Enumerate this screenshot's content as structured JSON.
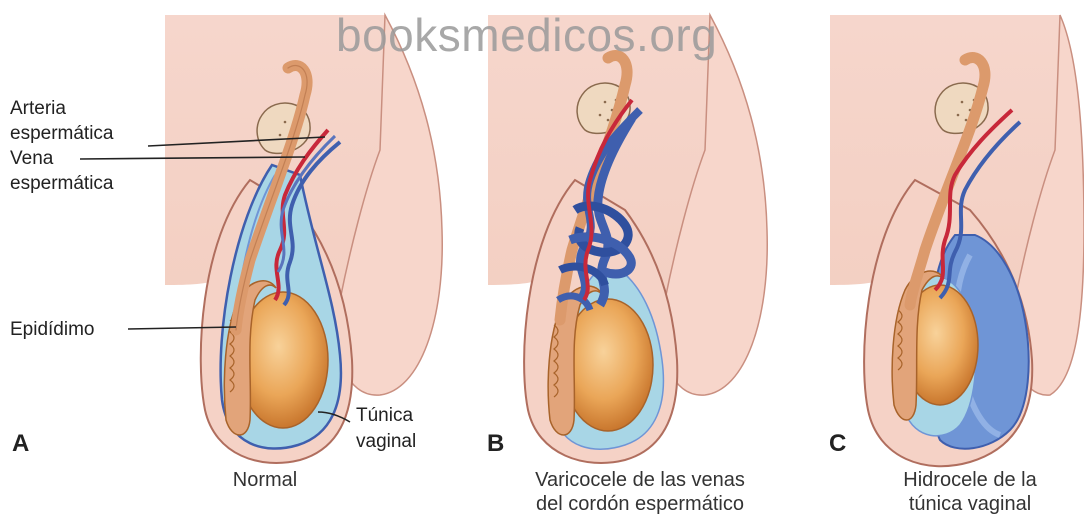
{
  "watermark": "booksmedicos.org",
  "labels": {
    "arteria_1": "Arteria",
    "arteria_2": "espermática",
    "vena_1": "Vena",
    "vena_2": "espermática",
    "epididimo": "Epidídimo",
    "tunica_1": "Túnica",
    "tunica_2": "vaginal"
  },
  "panels": [
    {
      "letter": "A",
      "caption_1": "Normal",
      "caption_2": ""
    },
    {
      "letter": "B",
      "caption_1": "Varicocele de las venas",
      "caption_2": "del cordón espermático"
    },
    {
      "letter": "C",
      "caption_1": "Hidrocele de la",
      "caption_2": "túnica vaginal"
    }
  ],
  "colors": {
    "skin": "#f7d9cf",
    "skin_line": "#c98f80",
    "testis": "#e9a85a",
    "epididymis": "#e2a47a",
    "artery": "#c8283a",
    "vein": "#3f5fae",
    "tunica": "#a8d6e6",
    "hydrocele": "#6f95d6"
  }
}
